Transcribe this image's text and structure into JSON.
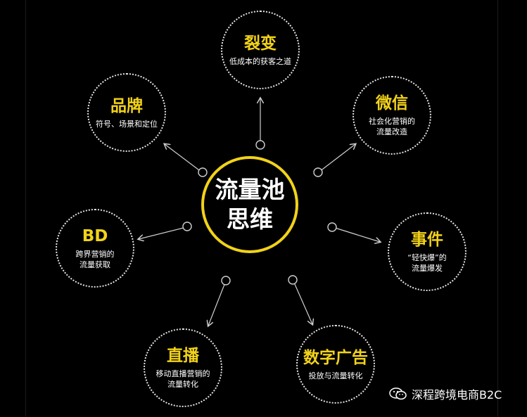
{
  "center": {
    "line1": "流量池",
    "line2": "思维"
  },
  "nodes": {
    "liebian": {
      "title": "裂变",
      "sub1": "低成本的获客之道",
      "sub2": ""
    },
    "weixin": {
      "title": "微信",
      "sub1": "社会化营销的",
      "sub2": "流量改造"
    },
    "shijian": {
      "title": "事件",
      "sub1": "“轻快爆”的",
      "sub2": "流量爆发"
    },
    "shuzi": {
      "title": "数字广告",
      "sub1": "投放与流量转化",
      "sub2": ""
    },
    "zhibo": {
      "title": "直播",
      "sub1": "移动直播营销的",
      "sub2": "流量转化"
    },
    "bd": {
      "title": "BD",
      "sub1": "跨界营销的",
      "sub2": "流量获取"
    },
    "pinpai": {
      "title": "品牌",
      "sub1": "符号、场景和定位",
      "sub2": ""
    }
  },
  "watermark": {
    "text": "深程跨境电商B2C",
    "icon": "wechat-icon"
  },
  "colors": {
    "accent": "#f2d21a",
    "text": "#ffffff",
    "dots": "#e6e6e6",
    "background": "#000000"
  }
}
